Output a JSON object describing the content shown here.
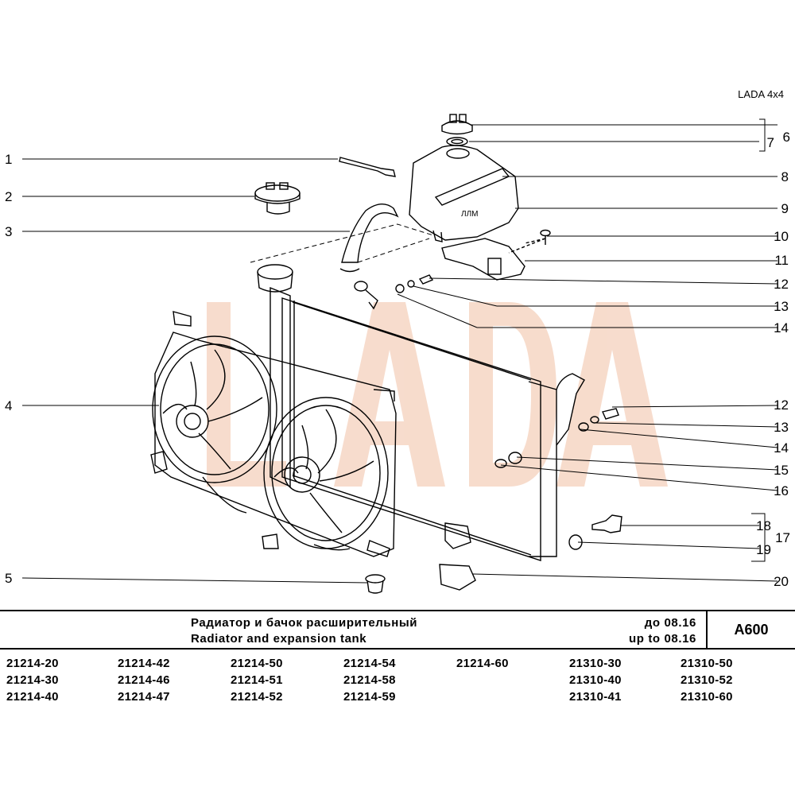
{
  "header": {
    "brand": "LADA 4x4"
  },
  "watermark": {
    "text": "LADA",
    "color": "#f6d6c4"
  },
  "callouts": {
    "left": [
      "1",
      "2",
      "3",
      "4",
      "5"
    ],
    "right": [
      "6",
      "7",
      "8",
      "9",
      "10",
      "11",
      "12",
      "13",
      "14",
      "12",
      "13",
      "14",
      "15",
      "16",
      "17",
      "18",
      "19",
      "20"
    ]
  },
  "title_block": {
    "title_ru": "Радиатор и бачок расширительный",
    "title_en": "Radiator and expansion tank",
    "date_ru": "до 08.16",
    "date_en": "up to 08.16",
    "code": "A600"
  },
  "models": [
    [
      "21214-20",
      "21214-30",
      "21214-40"
    ],
    [
      "21214-42",
      "21214-46",
      "21214-47"
    ],
    [
      "21214-50",
      "21214-51",
      "21214-52"
    ],
    [
      "21214-54",
      "21214-58",
      "21214-59"
    ],
    [
      "21214-60"
    ],
    [
      "21310-30",
      "21310-40",
      "21310-41"
    ],
    [
      "21310-50",
      "21310-52",
      "21310-60"
    ]
  ]
}
